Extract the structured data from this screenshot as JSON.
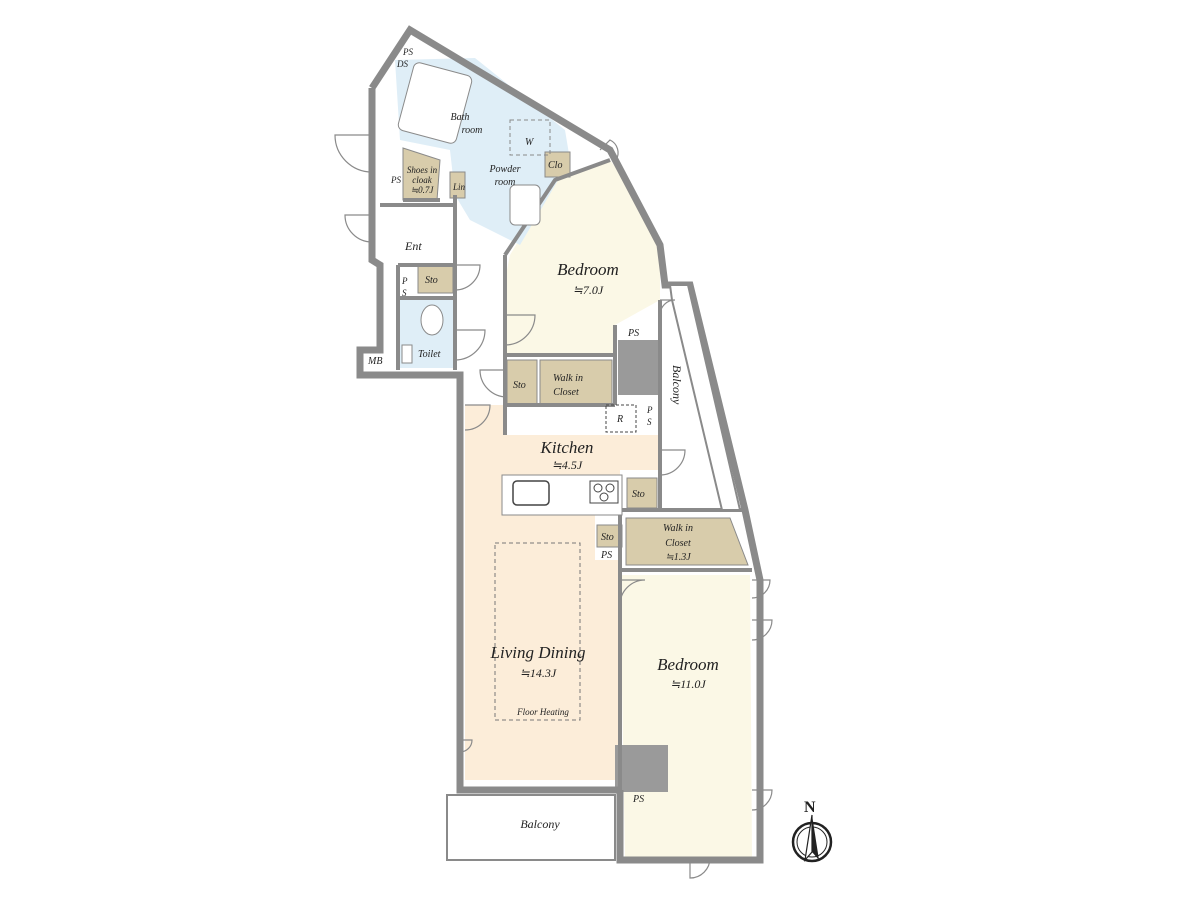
{
  "rooms": {
    "bath_room": "Bath room",
    "powder_room": "Powder room",
    "washer": "W",
    "closet_small": "Clo",
    "shoes_in_cloak": "Shoes in cloak",
    "shoes_in_cloak_size": "≒0.7J",
    "linen": "Lin",
    "ps_ds_top": "PS",
    "ps_ds_bottom": "DS",
    "ps_left": "PS",
    "entrance": "Ent",
    "sto_entrance": "Sto",
    "ps_vertical_left": "P",
    "ps_vertical_left_2": "S",
    "toilet": "Toilet",
    "mb": "MB",
    "bedroom_north": "Bedroom",
    "bedroom_north_size": "≒7.0J",
    "ps_bedroom_north": "PS",
    "sto_hall": "Sto",
    "walk_in_closet_north_1": "Walk in",
    "walk_in_closet_north_2": "Closet",
    "refrigerator": "R",
    "ps_vertical_kitchen": "P",
    "ps_vertical_kitchen_2": "S",
    "balcony_east": "Balcony",
    "kitchen": "Kitchen",
    "kitchen_size": "≒4.5J",
    "sto_kitchen": "Sto",
    "sto_living": "Sto",
    "ps_living": "PS",
    "walk_in_closet_south_1": "Walk in",
    "walk_in_closet_south_2": "Closet",
    "walk_in_closet_south_size": "≒1.3J",
    "living_dining": "Living Dining",
    "living_dining_size": "≒14.3J",
    "floor_heating": "Floor Heating",
    "bedroom_south": "Bedroom",
    "bedroom_south_size": "≒11.0J",
    "ps_bedroom_south": "PS",
    "balcony_south": "Balcony"
  },
  "compass": {
    "label": "N"
  },
  "colors": {
    "wall": "#8a8a8a",
    "floor_room": "#fbf8e6",
    "floor_living": "#fcedd9",
    "storage": "#d8ccab",
    "wet_area": "#dfeef7",
    "shaft": "#9a9a9a",
    "balcony": "#ffffff"
  }
}
